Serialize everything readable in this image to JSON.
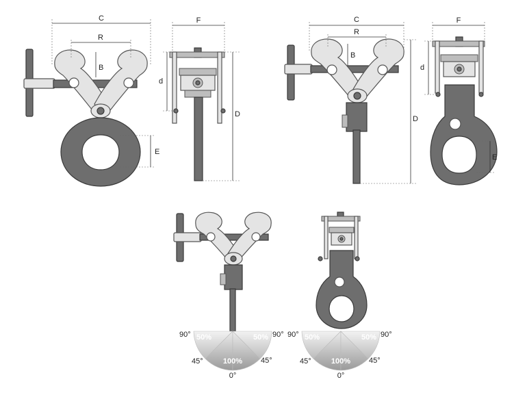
{
  "dimensions": {
    "c": "C",
    "r": "R",
    "b": "B",
    "e": "E",
    "f": "F",
    "d_small": "d",
    "d_large": "D"
  },
  "angles": {
    "deg90": "90°",
    "deg45": "45°",
    "deg0": "0°"
  },
  "capacities": {
    "p50": "50%",
    "p100": "100%"
  },
  "colors": {
    "metal_light": "#e4e4e4",
    "metal_dark": "#6e6e6e",
    "line": "#333333"
  }
}
